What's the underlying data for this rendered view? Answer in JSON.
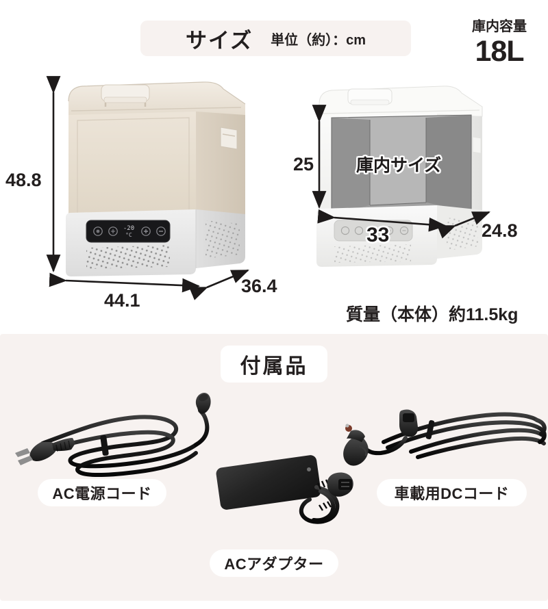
{
  "size_section": {
    "header": {
      "title": "サイズ",
      "unit_note": "単位（約）：cm"
    },
    "capacity": {
      "label": "庫内容量",
      "value": "18L"
    },
    "exterior": {
      "height": "48.8",
      "width": "44.1",
      "depth": "36.4"
    },
    "interior": {
      "overlay_label": "庫内サイズ",
      "height": "25",
      "width": "33",
      "depth": "24.8"
    },
    "weight_note": "質量（本体）約11.5kg"
  },
  "accessories_section": {
    "header": {
      "title": "付属品"
    },
    "items": [
      {
        "name": "ac-power-cord",
        "caption": "AC電源コード"
      },
      {
        "name": "ac-adapter",
        "caption": "ACアダプター"
      },
      {
        "name": "dc-car-cord",
        "caption": "車載用DCコード"
      }
    ]
  },
  "colors": {
    "page_background": "#ffffff",
    "section_background": "#f7f2f0",
    "text": "#231f1f",
    "product_body": "#e6ddd0",
    "product_base": "#e9e9e9",
    "interior_box": "#8a8a8a"
  }
}
